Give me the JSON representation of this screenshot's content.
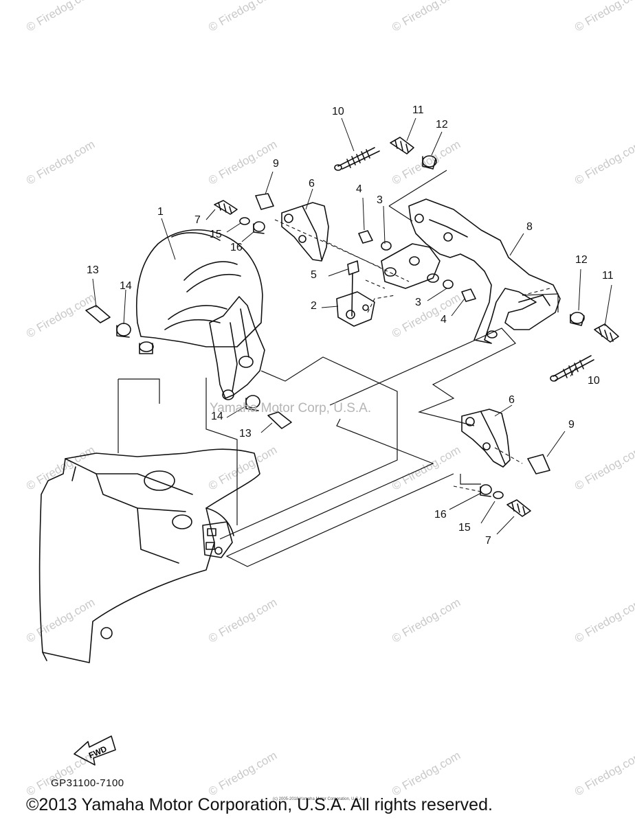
{
  "watermark": "© Firedog.com",
  "center_watermark": "Yamaha Motor Corp, U.S.A.",
  "callouts": [
    {
      "id": "c1",
      "label": "1"
    },
    {
      "id": "c2",
      "label": "2"
    },
    {
      "id": "c3a",
      "label": "3"
    },
    {
      "id": "c3b",
      "label": "3"
    },
    {
      "id": "c4a",
      "label": "4"
    },
    {
      "id": "c4b",
      "label": "4"
    },
    {
      "id": "c5",
      "label": "5"
    },
    {
      "id": "c6a",
      "label": "6"
    },
    {
      "id": "c6b",
      "label": "6"
    },
    {
      "id": "c7a",
      "label": "7"
    },
    {
      "id": "c7b",
      "label": "7"
    },
    {
      "id": "c8",
      "label": "8"
    },
    {
      "id": "c9a",
      "label": "9"
    },
    {
      "id": "c9b",
      "label": "9"
    },
    {
      "id": "c10a",
      "label": "10"
    },
    {
      "id": "c10b",
      "label": "10"
    },
    {
      "id": "c11a",
      "label": "11"
    },
    {
      "id": "c11b",
      "label": "11"
    },
    {
      "id": "c12a",
      "label": "12"
    },
    {
      "id": "c12b",
      "label": "12"
    },
    {
      "id": "c13a",
      "label": "13"
    },
    {
      "id": "c13b",
      "label": "13"
    },
    {
      "id": "c14a",
      "label": "14"
    },
    {
      "id": "c14b",
      "label": "14"
    },
    {
      "id": "c15a",
      "label": "15"
    },
    {
      "id": "c15b",
      "label": "15"
    },
    {
      "id": "c16a",
      "label": "16"
    },
    {
      "id": "c16b",
      "label": "16"
    }
  ],
  "fwd_label": "FWD",
  "diagram_code": "GP31100-7100",
  "copyright": "©2013 Yamaha Motor Corporation, U.S.A. All rights reserved.",
  "copyright_small": "(c) 2005-2018 Yamaha Motor Corporation, U.S.A."
}
